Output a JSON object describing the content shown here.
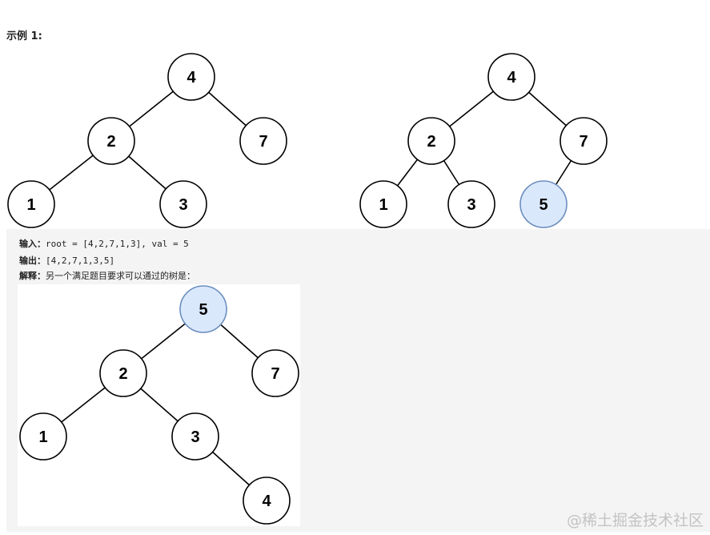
{
  "example_title": "示例 1:",
  "input_label": "输入：",
  "input_value": "root = [4,2,7,1,3], val = 5",
  "output_label": "输出：",
  "output_value": "[4,2,7,1,3,5]",
  "explain_label": "解释：",
  "explain_value": "另一个满足题目要求可以通过的树是：",
  "watermark": "@稀土掘金技术社区",
  "colors": {
    "node_fill": "#ffffff",
    "highlight_fill": "#dae8fc",
    "highlight_stroke": "#6c8ebf",
    "stroke": "#000000"
  },
  "trees": {
    "original": {
      "nodes": [
        {
          "id": "a",
          "label": "4"
        },
        {
          "id": "b",
          "label": "2"
        },
        {
          "id": "c",
          "label": "7"
        },
        {
          "id": "d",
          "label": "1"
        },
        {
          "id": "e",
          "label": "3"
        }
      ],
      "edges": [
        [
          "a",
          "b"
        ],
        [
          "a",
          "c"
        ],
        [
          "b",
          "d"
        ],
        [
          "b",
          "e"
        ]
      ]
    },
    "inserted": {
      "nodes": [
        {
          "id": "a",
          "label": "4"
        },
        {
          "id": "b",
          "label": "2"
        },
        {
          "id": "c",
          "label": "7"
        },
        {
          "id": "d",
          "label": "1"
        },
        {
          "id": "e",
          "label": "3"
        },
        {
          "id": "f",
          "label": "5",
          "highlight": true
        }
      ],
      "edges": [
        [
          "a",
          "b"
        ],
        [
          "a",
          "c"
        ],
        [
          "b",
          "d"
        ],
        [
          "b",
          "e"
        ],
        [
          "c",
          "f"
        ]
      ]
    },
    "alternative": {
      "nodes": [
        {
          "id": "a",
          "label": "5",
          "highlight": true
        },
        {
          "id": "b",
          "label": "2"
        },
        {
          "id": "c",
          "label": "7"
        },
        {
          "id": "d",
          "label": "1"
        },
        {
          "id": "e",
          "label": "3"
        },
        {
          "id": "f",
          "label": "4"
        }
      ],
      "edges": [
        [
          "a",
          "b"
        ],
        [
          "a",
          "c"
        ],
        [
          "b",
          "d"
        ],
        [
          "b",
          "e"
        ],
        [
          "e",
          "f"
        ]
      ]
    }
  }
}
